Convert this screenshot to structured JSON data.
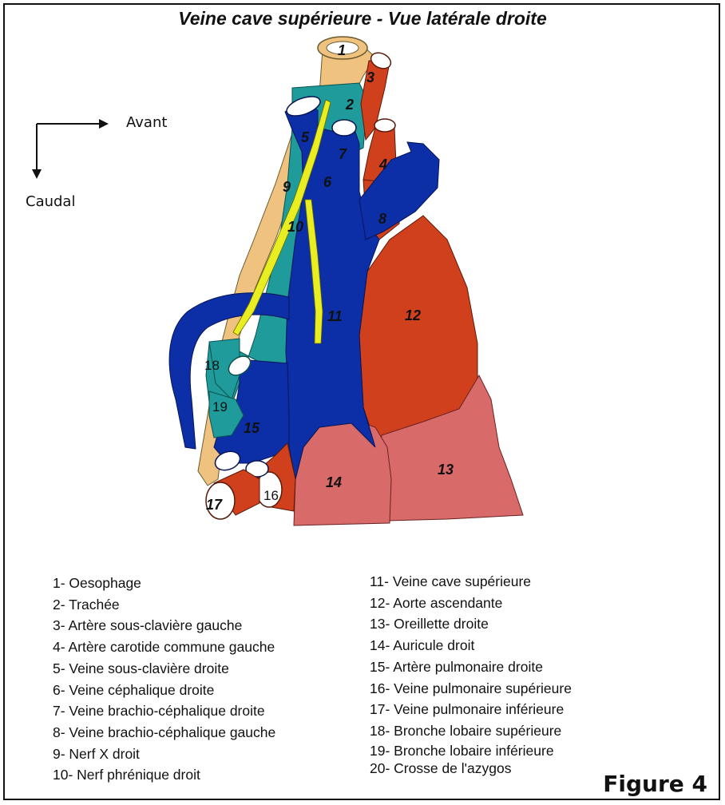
{
  "title": "Veine cave supérieure - Vue latérale droite",
  "orientation": {
    "forward": "Avant",
    "down": "Caudal"
  },
  "colors": {
    "oesophagus": "#efc27f",
    "trachea": "#1f9b9b",
    "artery": "#d1401c",
    "vein": "#0c2fa8",
    "nerve": "#e8ee22",
    "atrium": "#d86a6a",
    "cut": "#ffffff"
  },
  "numbers": [
    "1",
    "2",
    "3",
    "4",
    "5",
    "6",
    "7",
    "8",
    "9",
    "10",
    "11",
    "12",
    "13",
    "14",
    "15",
    "16",
    "17",
    "18",
    "19"
  ],
  "legend_left": [
    "1- Oesophage",
    "2- Trachée",
    "3- Artère sous-clavière gauche",
    "4- Artère carotide commune gauche",
    "5- Veine sous-clavière droite",
    "6- Veine céphalique droite",
    "7- Veine brachio-céphalique droite",
    "8- Veine brachio-céphalique gauche",
    "9- Nerf X droit",
    "10- Nerf phrénique droit"
  ],
  "legend_right": [
    "11- Veine cave supérieure",
    "12- Aorte ascendante",
    "13- Oreillette droite",
    "14- Auricule droit",
    "15- Artère pulmonaire droite",
    "16- Veine pulmonaire supérieure",
    "17- Veine pulmonaire inférieure",
    "18- Bronche lobaire supérieure",
    "19- Bronche lobaire inférieure",
    "20- Crosse de l'azygos"
  ],
  "figure_label": "Figure 4"
}
